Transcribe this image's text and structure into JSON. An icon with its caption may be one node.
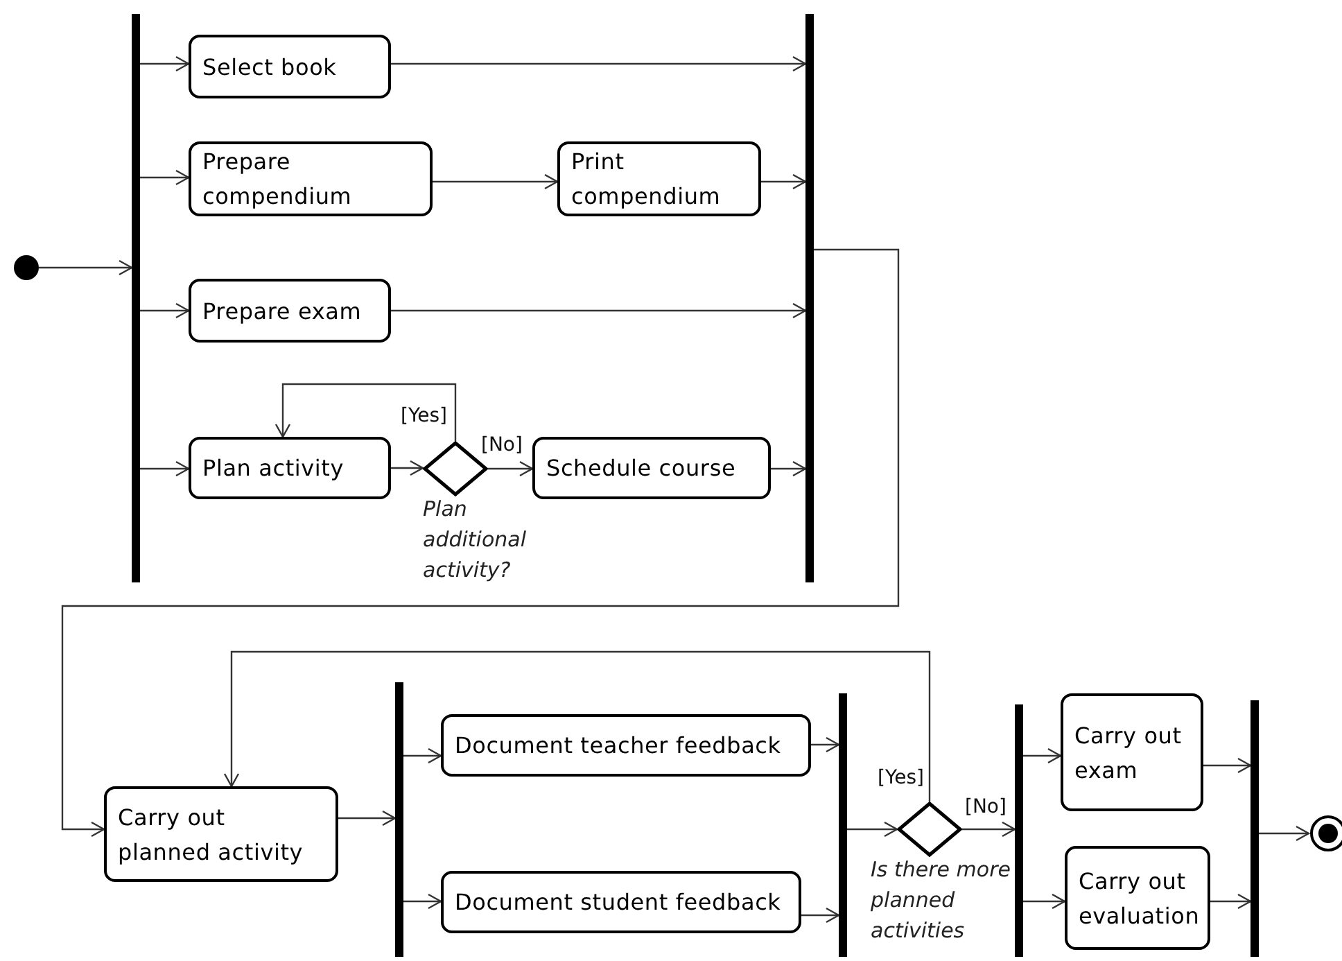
{
  "diagram": {
    "nodes": [
      {
        "text": [],
        "shape": "circle"
      },
      {
        "text": [],
        "shape": "bar"
      },
      {
        "text": [
          "Select book"
        ]
      },
      {
        "text": [
          "Prepare compendium"
        ]
      },
      {
        "text": [
          "Print compendium"
        ]
      },
      {
        "text": [
          "Prepare exam"
        ]
      },
      {
        "text": [
          "Plan activity"
        ]
      },
      {
        "text": [],
        "shape": "diamond",
        "beside": [
          "Plan additional activity?"
        ]
      },
      {
        "text": [
          "Schedule course"
        ]
      },
      {
        "text": [],
        "shape": "bar"
      },
      {
        "text": [
          "Carry out planned activity"
        ]
      },
      {
        "text": [],
        "shape": "bar"
      },
      {
        "text": [
          "Document teacher feedback"
        ]
      },
      {
        "text": [
          "Document student feedback"
        ]
      },
      {
        "text": [],
        "shape": "bar"
      },
      {
        "text": [],
        "shape": "diamond",
        "beside": [
          "Is there more planned activities"
        ]
      },
      {
        "text": [],
        "shape": "bar"
      },
      {
        "text": [
          "Carry out exam"
        ]
      },
      {
        "text": [
          "Carry out evaluation"
        ]
      },
      {
        "text": [],
        "shape": "bar"
      },
      {
        "text": [],
        "shape": "final"
      }
    ],
    "edges": [
      {
        "from": 0,
        "to": 1,
        "arrow": "to"
      },
      {
        "from": 1,
        "to": 2,
        "arrow": "to"
      },
      {
        "from": 1,
        "to": 3,
        "arrow": "to"
      },
      {
        "from": 1,
        "to": 5,
        "arrow": "to"
      },
      {
        "from": 1,
        "to": 6,
        "arrow": "to"
      },
      {
        "from": 2,
        "to": 9,
        "arrow": "to"
      },
      {
        "from": 3,
        "to": 4,
        "arrow": "to"
      },
      {
        "from": 4,
        "to": 9,
        "arrow": "to"
      },
      {
        "from": 5,
        "to": 9,
        "arrow": "to"
      },
      {
        "from": 6,
        "to": 7,
        "arrow": "to"
      },
      {
        "from": 7,
        "to": 8,
        "arrow": "to",
        "label": "[No]"
      },
      {
        "from": 7,
        "to": 6,
        "arrow": "to",
        "label": "[Yes]"
      },
      {
        "from": 8,
        "to": 9,
        "arrow": "to"
      },
      {
        "from": 9,
        "to": 10,
        "arrow": "to"
      },
      {
        "from": 10,
        "to": 11,
        "arrow": "to"
      },
      {
        "from": 11,
        "to": 12,
        "arrow": "to"
      },
      {
        "from": 11,
        "to": 13,
        "arrow": "to"
      },
      {
        "from": 12,
        "to": 14,
        "arrow": "to"
      },
      {
        "from": 13,
        "to": 14,
        "arrow": "to"
      },
      {
        "from": 14,
        "to": 15,
        "arrow": "to"
      },
      {
        "from": 15,
        "to": 10,
        "arrow": "to",
        "label": "[Yes]"
      },
      {
        "from": 15,
        "to": 16,
        "arrow": "to",
        "label": "[No]"
      },
      {
        "from": 16,
        "to": 17,
        "arrow": "to"
      },
      {
        "from": 16,
        "to": 18,
        "arrow": "to"
      },
      {
        "from": 17,
        "to": 19,
        "arrow": "to"
      },
      {
        "from": 18,
        "to": 19,
        "arrow": "to"
      },
      {
        "from": 19,
        "to": 20,
        "arrow": "to"
      }
    ]
  }
}
